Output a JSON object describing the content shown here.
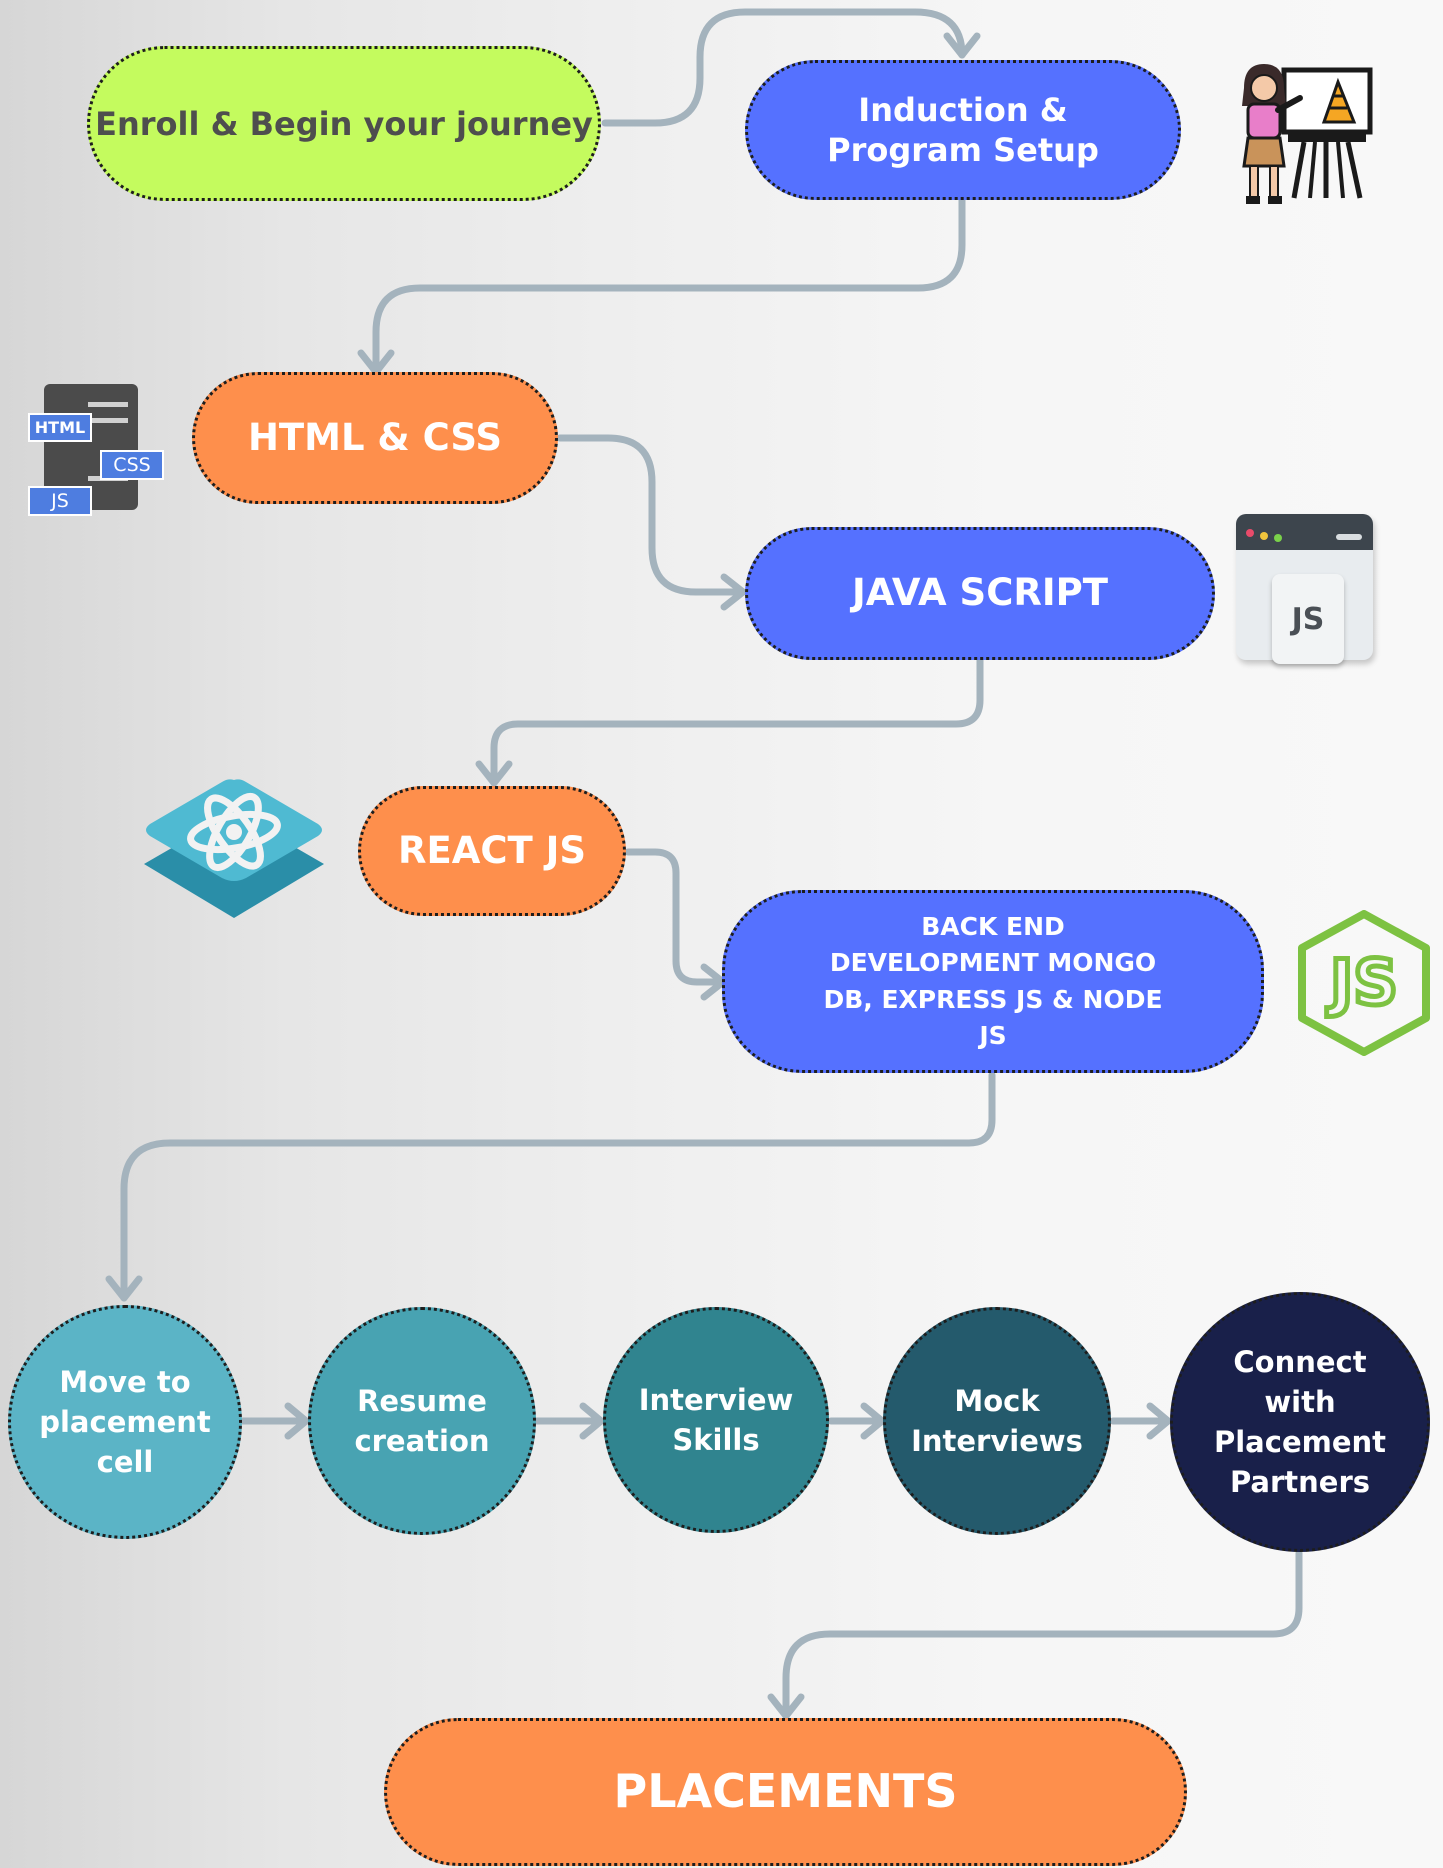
{
  "steps": {
    "enroll": "Enroll & Begin your journey",
    "induction": "Induction & Program Setup",
    "html_css": "HTML & CSS",
    "javascript": "JAVA SCRIPT",
    "react": "REACT JS",
    "backend": "BACK END DEVELOPMENT MONGO DB, EXPRESS JS & NODE JS"
  },
  "placement_steps": [
    {
      "label": "Move to placement cell",
      "color": "#5bb4c6"
    },
    {
      "label": "Resume creation",
      "color": "#48a3b2"
    },
    {
      "label": "Interview Skills",
      "color": "#30848f"
    },
    {
      "label": "Mock Interviews",
      "color": "#245a6c"
    },
    {
      "label": "Connect with Placement Partners",
      "color": "#19204a"
    }
  ],
  "final": "PLACEMENTS",
  "icons": {
    "html_badge": "HTML",
    "css_badge": "CSS",
    "js_badge": "JS",
    "browser_js": "JS",
    "node_js": "JS",
    "presenter": "teacher-presentation-icon",
    "react": "react-atom-icon"
  },
  "colors": {
    "lime": "#c4fb5e",
    "blue": "#5571ff",
    "orange": "#fe8f4c",
    "connector": "#a4b3bd"
  }
}
